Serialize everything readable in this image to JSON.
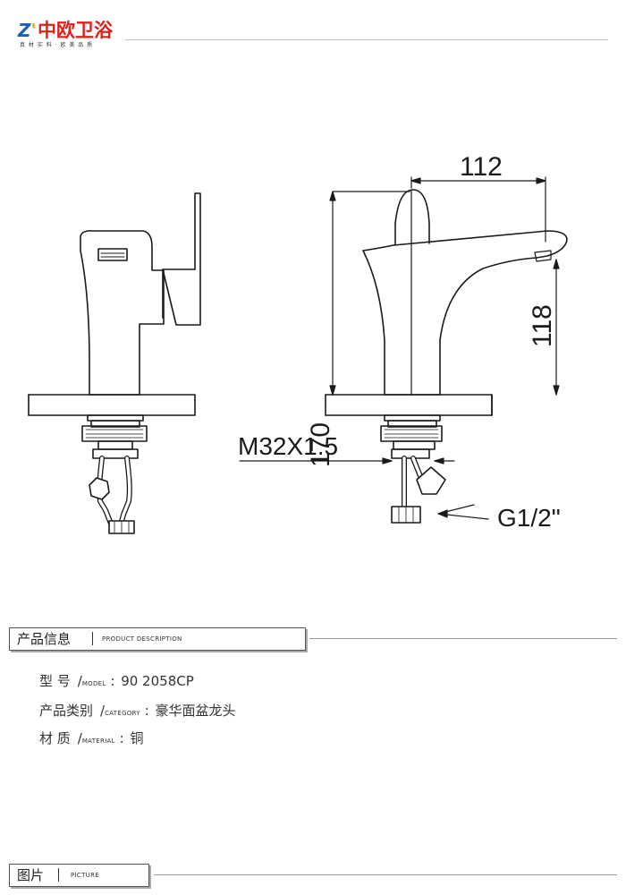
{
  "brand": {
    "name_cn": "中欧卫浴",
    "tagline": "真 材 实 料 · 欧 美 品 质",
    "accent_red": "#d9241c",
    "accent_blue": "#1e5fb4"
  },
  "drawing": {
    "dim_width": "112",
    "dim_height": "170",
    "dim_spout_height": "118",
    "thread_spec": "M32X1.5",
    "inlet_spec": "G1/2\""
  },
  "sections": {
    "description": {
      "title": "产品信息",
      "subtitle": "PRODUCT DESCRIPTION"
    },
    "picture": {
      "title": "图片",
      "subtitle": "PICTURE"
    }
  },
  "specs": [
    {
      "label": "型 号",
      "label_en": "MODEL",
      "value": "90 2058CP"
    },
    {
      "label": "产品类别",
      "label_en": "CATEGORY",
      "value": "豪华面盆龙头"
    },
    {
      "label": "材 质",
      "label_en": "MATERIAL",
      "value": "铜"
    }
  ]
}
